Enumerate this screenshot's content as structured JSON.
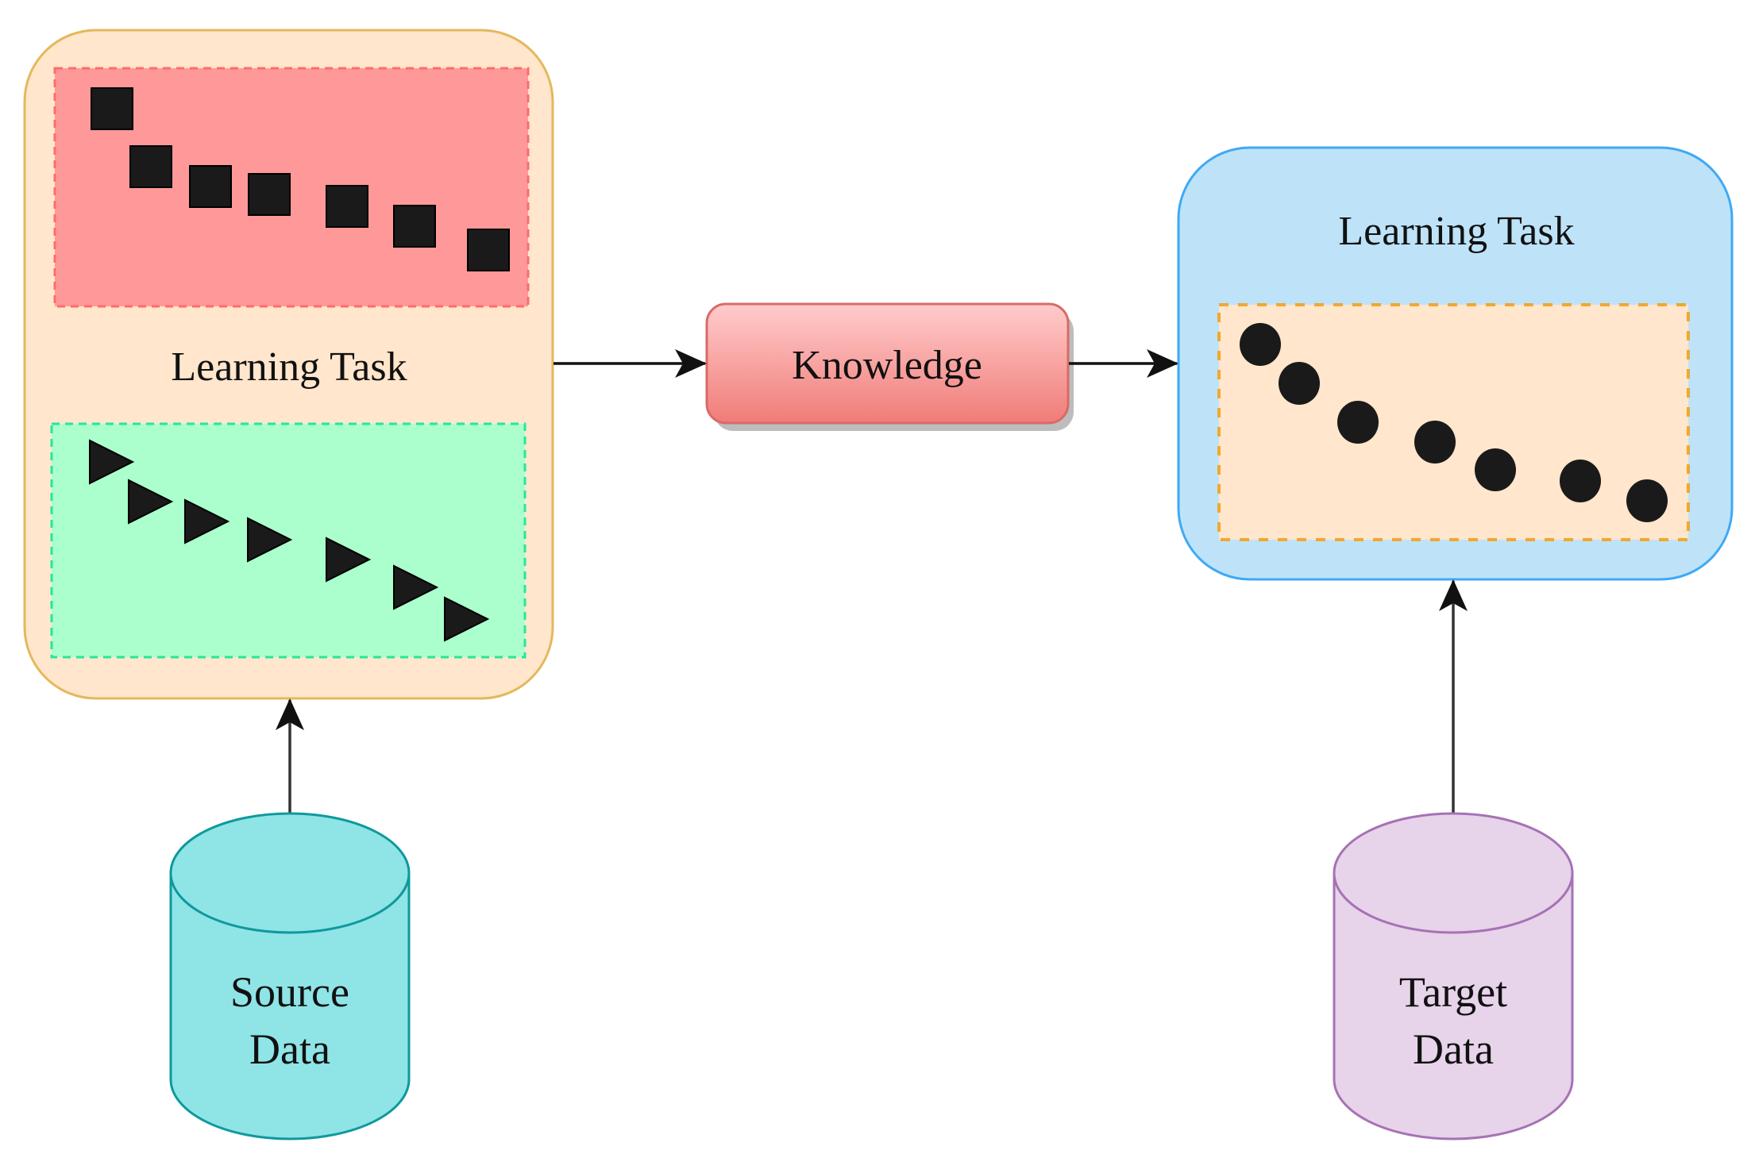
{
  "diagram": {
    "type": "transfer-learning-flow",
    "source_task": {
      "label": "Learning Task",
      "colors": {
        "fill": "#ffe6cc",
        "stroke": "#e4b85c"
      },
      "upper_panel": {
        "marker_shape": "square",
        "marker_count": 7,
        "colors": {
          "fill": "#ff9999",
          "stroke": "#ff6b6b"
        }
      },
      "lower_panel": {
        "marker_shape": "triangle-right",
        "marker_count": 7,
        "colors": {
          "fill": "#aaffcc",
          "stroke": "#22e89a"
        }
      }
    },
    "knowledge": {
      "label": "Knowledge",
      "colors": {
        "fill_top": "#ffcccc",
        "fill_bottom": "#f07c78",
        "stroke": "#d96a66",
        "shadow": "#bdbdbd"
      }
    },
    "target_task": {
      "label": "Learning Task",
      "colors": {
        "fill": "#bee3f8",
        "stroke": "#3ea9f5"
      },
      "panel": {
        "marker_shape": "circle",
        "marker_count": 7,
        "colors": {
          "fill": "#ffe6cc",
          "stroke": "#f0a830"
        }
      }
    },
    "source_data": {
      "label_line1": "Source",
      "label_line2": "Data",
      "colors": {
        "fill": "#8fe4e6",
        "stroke": "#0e999d"
      }
    },
    "target_data": {
      "label_line1": "Target",
      "label_line2": "Data",
      "colors": {
        "fill": "#e7d3ea",
        "stroke": "#a672b5"
      }
    },
    "marker_color": "#1a1a1a",
    "edge_color": "#111111",
    "edges": [
      {
        "from": "source_task",
        "to": "knowledge"
      },
      {
        "from": "knowledge",
        "to": "target_task"
      },
      {
        "from": "source_data",
        "to": "source_task"
      },
      {
        "from": "target_data",
        "to": "target_task"
      }
    ]
  }
}
